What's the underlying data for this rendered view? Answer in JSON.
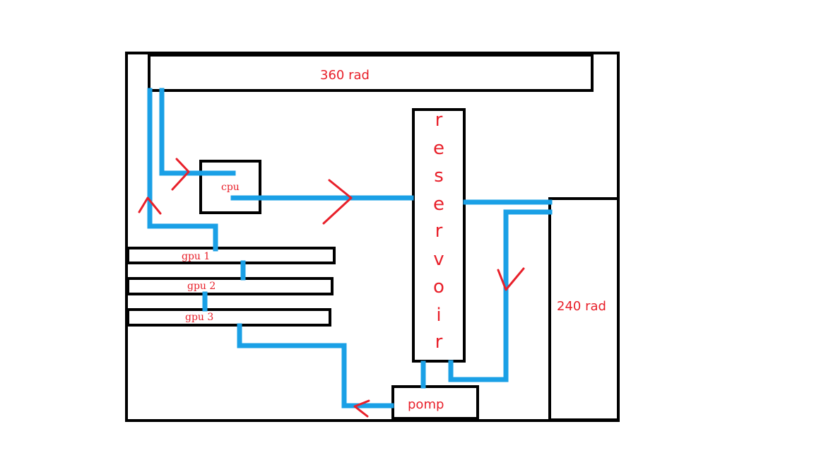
{
  "colors": {
    "outline": "#000000",
    "tube": "#1aa0e6",
    "arrow": "#e8202a",
    "text": "#e8202a"
  },
  "labels": {
    "rad360": "360 rad",
    "rad240": "240 rad",
    "cpu": "cpu",
    "gpu1": "gpu 1",
    "gpu2": "gpu 2",
    "gpu3": "gpu 3",
    "pump": "pomp",
    "reservoir": [
      "r",
      "e",
      "s",
      "e",
      "r",
      "v",
      "o",
      "i",
      "r"
    ]
  }
}
